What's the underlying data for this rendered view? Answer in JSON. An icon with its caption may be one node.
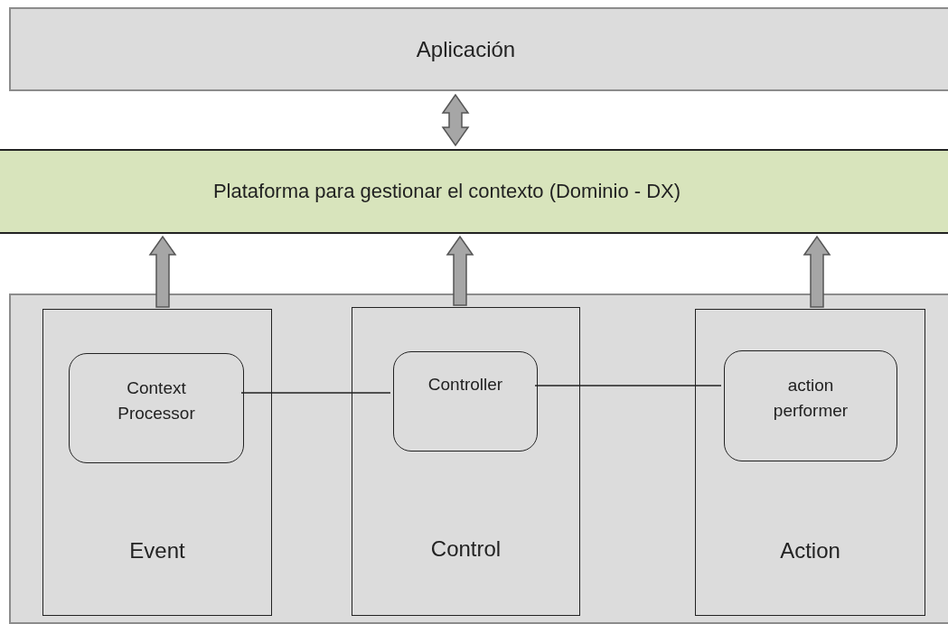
{
  "diagram": {
    "nodes": [
      {
        "text": [
          "Aplicación"
        ]
      },
      {
        "text": [
          "Plataforma para gestionar el contexto (Dominio - DX)"
        ]
      },
      {
        "text": [],
        "shape": "box"
      },
      {
        "text": [
          "Event"
        ],
        "in": 2
      },
      {
        "text": [
          "Context Processor"
        ],
        "in": 3
      },
      {
        "text": [
          "Control"
        ],
        "in": 2
      },
      {
        "text": [
          "Controller"
        ],
        "in": 5
      },
      {
        "text": [
          "Action"
        ],
        "in": 2
      },
      {
        "text": [
          "action performer"
        ],
        "in": 7
      }
    ],
    "edges": [
      {
        "from": 0,
        "to": 1,
        "arrow": "both"
      },
      {
        "from": 3,
        "to": 1,
        "arrow": "to"
      },
      {
        "from": 5,
        "to": 1,
        "arrow": "to"
      },
      {
        "from": 7,
        "to": 1,
        "arrow": "to"
      },
      {
        "from": 4,
        "to": 6,
        "arrow": "none"
      },
      {
        "from": 6,
        "to": 8,
        "arrow": "none"
      }
    ]
  }
}
